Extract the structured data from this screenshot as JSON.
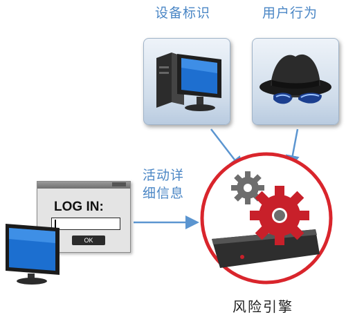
{
  "labels": {
    "device": "设备标识",
    "behavior": "用户行为",
    "activity_line1": "活动详",
    "activity_line2": "细信息",
    "engine": "风险引擎"
  },
  "login_dialog": {
    "title": "LOG IN:",
    "ok_label": "OK"
  },
  "colors": {
    "label_blue": "#4a86c5",
    "arrow_blue": "#5b95d0",
    "engine_red": "#d9252c",
    "gear_red": "#c8202a",
    "gear_gray": "#6d6d6d"
  }
}
